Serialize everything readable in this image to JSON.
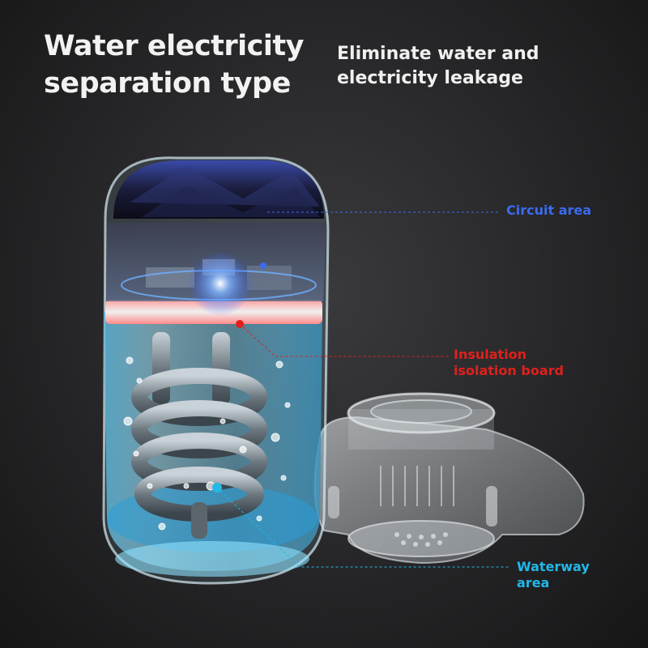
{
  "headline": {
    "line1": "Water electricity",
    "line2": "separation type"
  },
  "subheadline": {
    "line1": "Eliminate water and",
    "line2": "electricity leakage"
  },
  "callouts": {
    "circuit_area": "Circuit area",
    "insulation_line1": "Insulation",
    "insulation_line2": "isolation board",
    "waterway_line1": "Waterway",
    "waterway_line2": "area"
  },
  "colors": {
    "circuit": "#3a6cf0",
    "insulation": "#e0201c",
    "waterway": "#22b8e8"
  },
  "icons": [
    "heater-cylinder-illustration",
    "faucet-adapter-illustration"
  ]
}
